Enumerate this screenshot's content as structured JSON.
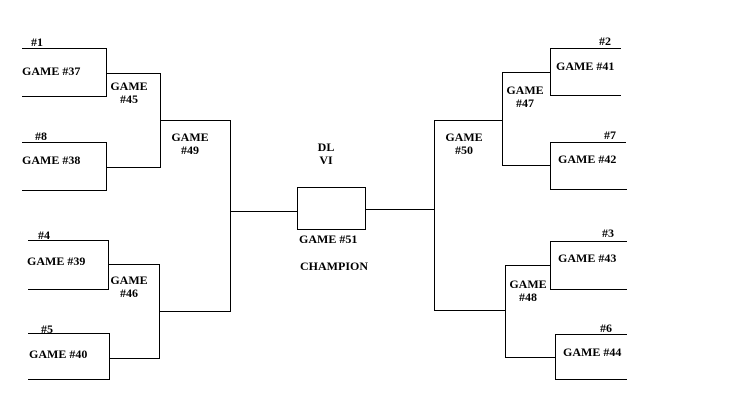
{
  "seeds": {
    "s1": "#1",
    "s8": "#8",
    "s4": "#4",
    "s5": "#5",
    "s2": "#2",
    "s7": "#7",
    "s3": "#3",
    "s6": "#6"
  },
  "games": {
    "g37": "GAME #37",
    "g38": "GAME #38",
    "g39": "GAME #39",
    "g40": "GAME #40",
    "g41": "GAME #41",
    "g42": "GAME #42",
    "g43": "GAME #43",
    "g44": "GAME #44",
    "g45": {
      "line1": "GAME",
      "line2": "#45"
    },
    "g46": {
      "line1": "GAME",
      "line2": "#46"
    },
    "g47": {
      "line1": "GAME",
      "line2": "#47"
    },
    "g48": {
      "line1": "GAME",
      "line2": "#48"
    },
    "g49": {
      "line1": "GAME",
      "line2": "#49"
    },
    "g50": {
      "line1": "GAME",
      "line2": "#50"
    },
    "g51": "GAME #51"
  },
  "division": {
    "line1": "DL",
    "line2": "VI"
  },
  "champion_label": "CHAMPION"
}
